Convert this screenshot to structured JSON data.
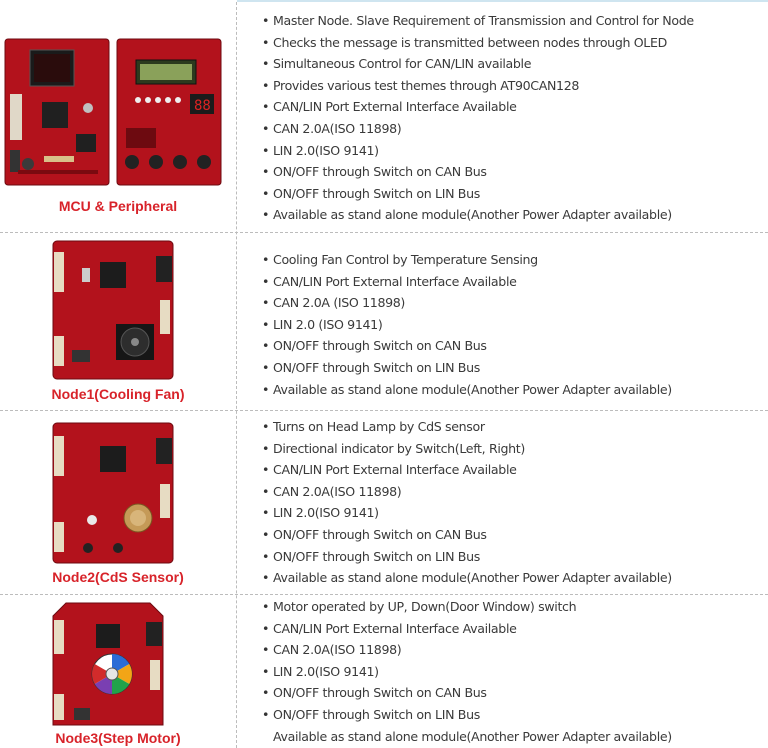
{
  "rows": [
    {
      "caption": "MCU & Peripheral",
      "features": [
        "Master Node. Slave Requirement of Transmission and Control for Node",
        "Checks the message is transmitted between nodes through OLED",
        "Simultaneous Control for CAN/LIN available",
        "Provides various test themes through AT90CAN128",
        "CAN/LIN Port External Interface Available",
        "CAN 2.0A(ISO 11898)",
        "LIN 2.0(ISO 9141)",
        "ON/OFF through Switch on CAN Bus",
        "ON/OFF through Switch on LIN Bus",
        "Available as stand alone module(Another Power Adapter available)"
      ]
    },
    {
      "caption": "Node1(Cooling Fan)",
      "features": [
        "Cooling Fan Control by Temperature Sensing",
        "CAN/LIN Port External Interface Available",
        "CAN 2.0A (ISO 11898)",
        "LIN 2.0 (ISO 9141)",
        "ON/OFF through Switch on CAN Bus",
        "ON/OFF through Switch on LIN Bus",
        "Available as stand alone module(Another Power Adapter available)"
      ]
    },
    {
      "caption": "Node2(CdS Sensor)",
      "features": [
        "Turns on Head Lamp by CdS sensor",
        "Directional indicator by Switch(Left, Right)",
        "CAN/LIN Port External Interface Available",
        "CAN 2.0A(ISO 11898)",
        "LIN 2.0(ISO 9141)",
        "ON/OFF through Switch on CAN Bus",
        "ON/OFF through Switch on LIN Bus",
        "Available as stand alone module(Another Power Adapter available)"
      ]
    },
    {
      "caption": "Node3(Step Motor)",
      "features": [
        "Motor operated by UP, Down(Door Window) switch",
        "CAN/LIN Port External Interface Available",
        "CAN 2.0A(ISO 11898)",
        "LIN 2.0(ISO 9141)",
        "ON/OFF through Switch on CAN Bus",
        "ON/OFF through Switch on LIN Bus",
        "Available as stand alone module(Another Power Adapter available)"
      ]
    }
  ],
  "bullet": "•",
  "colors": {
    "caption": "#d8232a",
    "board": "#b3121c",
    "divider": "#bcbcbc"
  },
  "icons": [
    "mcu-board-photo",
    "peripheral-board-photo",
    "cooling-fan-board-photo",
    "cds-sensor-board-photo",
    "step-motor-board-photo"
  ]
}
